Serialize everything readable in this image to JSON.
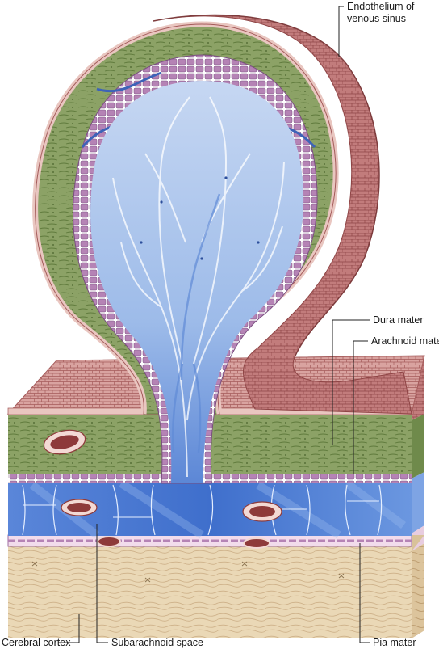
{
  "labels": {
    "endothelium": "Endothelium of\nvenous sinus",
    "dura": "Dura mater",
    "arachnoid": "Arachnoid mater",
    "cortex": "Cerebral cortex",
    "subarachnoid": "Subarachnoid space",
    "pia": "Pia mater"
  },
  "colors": {
    "endothelium": "#c07a7a",
    "endothelium_dark": "#9c4e50",
    "dura": "#8ca266",
    "dura_dark": "#667d45",
    "arachnoid": "#b583b5",
    "subarachnoid": "#4f7fd6",
    "subarachnoid_light": "#9fc0ef",
    "granulation": "#b7cdef",
    "cortex": "#ead8b6",
    "cortex_dark": "#c8ad82",
    "vessel": "#8e3a3a",
    "line": "#222222"
  }
}
